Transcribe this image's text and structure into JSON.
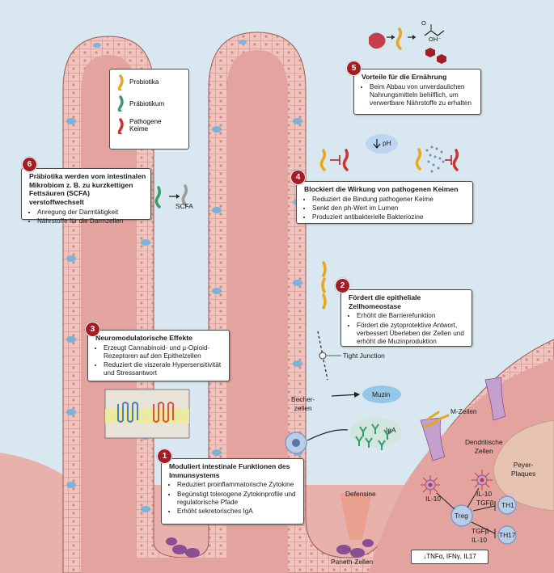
{
  "legend": {
    "items": [
      {
        "label": "Probiotika",
        "color": "#e5a81e"
      },
      {
        "label": "Präbiotikum",
        "color": "#3d9a6a"
      },
      {
        "label": "Pathogene Keime",
        "color": "#c8362d"
      }
    ]
  },
  "boxes": {
    "b1": {
      "num": "1",
      "title": "Moduliert intestinale Funktionen des Immunsystems",
      "items": [
        "Reduziert proinflammatorische Zytokine",
        "Begünstigt tolerogene Zytokinprofile und regulatorische Pfade",
        "Erhöht sekretorisches IgA"
      ]
    },
    "b2": {
      "num": "2",
      "title": "Fördert die epitheliale Zellhomeostase",
      "items": [
        "Erhöht die Barrierefunktion",
        "Fördert die zytoprotektive Antwort, verbessert Überleben der Zellen und erhöht die Muzinproduktion"
      ]
    },
    "b3": {
      "num": "3",
      "title": "Neuromodulatorische Effekte",
      "items": [
        "Erzeugt Cannabinoid- und µ-Opioid-Rezeptoren auf den Epithelzellen",
        "Reduziert die viszerale Hypersensitivität und Stressantwort"
      ]
    },
    "b4": {
      "num": "4",
      "title": "Blockiert die Wirkung von pathogenen Keimen",
      "items": [
        "Reduziert die Bindung pathogener Keime",
        "Senkt den ph-Wert im Lumen",
        "Produziert antibakterielle Bakteriozine"
      ]
    },
    "b5": {
      "num": "5",
      "title": "Vorteile für die Ernährung",
      "items": [
        "Beim Abbau von unverdaulichen Nahrungsmitteln behilflich, um verwertbare Nährstoffe zu erhalten"
      ]
    },
    "b6": {
      "num": "6",
      "title": "Präbiotika werden vom intestinalen Mikrobiom z. B. zu kurzkettigen Fettsäuren (SCFA) verstoffwechselt",
      "items": [
        "Anregung der Darmtätigkeit",
        "Nährstoffe für die Darmzellen"
      ]
    }
  },
  "labels": {
    "scfa": "SCFA",
    "ph": "pH",
    "oh": "OH⁻",
    "o": "O",
    "tight_junction": "Tight Junction",
    "becher": "Becher-\nzellen",
    "muzin": "Muzin",
    "iga": "IgA",
    "defensine": "Defensine",
    "paneth": "Paneth-Zellen",
    "mzellen": "M-Zellen",
    "dendritische": "Dendritische\nZellen",
    "peyer": "Peyer-\nPlaques",
    "il10_left": "IL-10",
    "il10_tgf_right": "IL-10\nTGFβ",
    "treg": "Treg",
    "th1": "TH1",
    "th17": "TH17",
    "tgf_il10_bottom": "TGFβ\nIL-10",
    "cytokines": "↓TNFα, IFNγ, IL17"
  },
  "colors": {
    "background": "#d9e7f1",
    "tissue": "#e8b1ac",
    "cell_fill": "#f0c3bd",
    "cell_stroke": "#b77873",
    "goblet": "#6fb2dd",
    "paneth": "#8a4e93",
    "marker": "#a31d24"
  }
}
